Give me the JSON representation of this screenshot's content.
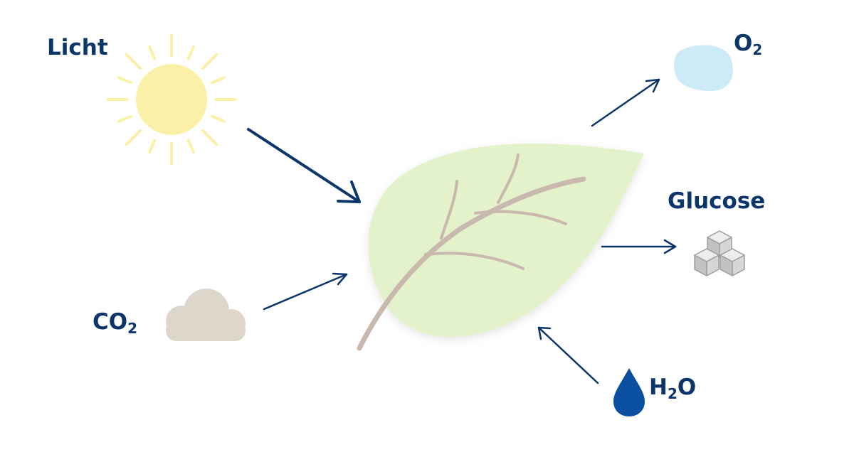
{
  "labels": {
    "licht": "Licht",
    "o2": {
      "base": "O",
      "sub": "2"
    },
    "glucose": "Glucose",
    "co2": {
      "base": "CO",
      "sub": "2"
    },
    "h2o": {
      "pre": "H",
      "sub": "2",
      "post": "O"
    }
  },
  "icons": {
    "sun": "sun-icon",
    "leaf": "leaf-icon",
    "cloud": "cloud-icon",
    "oxygen_blob": "oxygen-blob-icon",
    "sugar_cubes": "sugar-cubes-icon",
    "water_drop": "water-drop-icon"
  },
  "colors": {
    "text": "#0c3669",
    "arrow": "#0c3669",
    "sun": "#fbf0a7",
    "leaf": "#e3f2cb",
    "veins": "#c8b8ae",
    "cloud": "#dcd6cb",
    "oxygen": "#cdeaf7",
    "cube": "#c8c8c8",
    "water": "#0b4fa0"
  }
}
